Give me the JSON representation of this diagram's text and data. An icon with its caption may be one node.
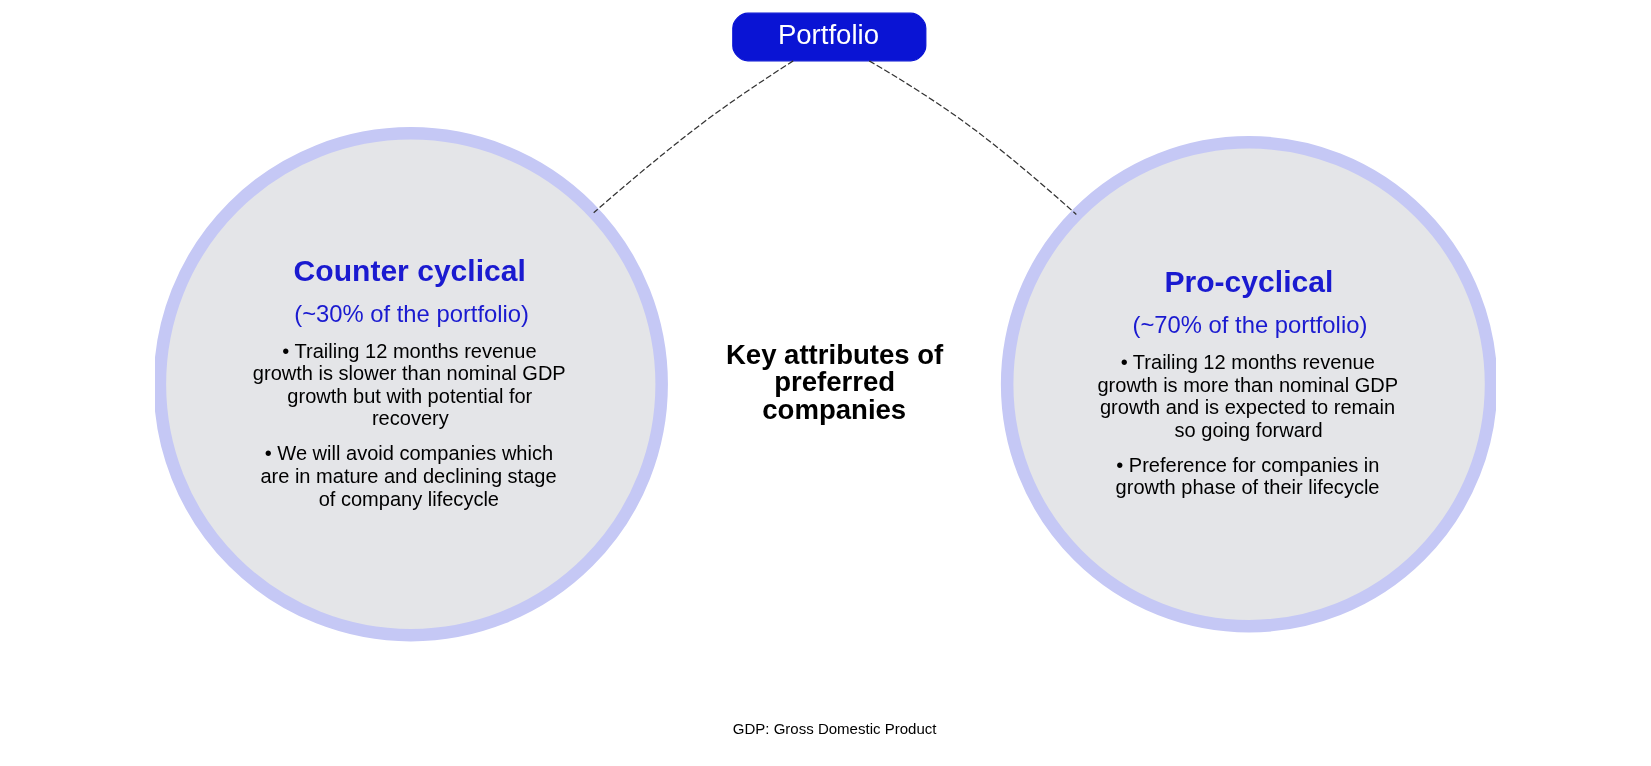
{
  "diagram": {
    "nodes": [
      {
        "text": [
          "Portfolio"
        ]
      },
      {
        "text": [
          "Pro-cyclical",
          "(~70% of the portfolio)",
          "• Trailing 12 months revenue growth is more than nominal GDP growth and is expected to remain so going forward",
          "• Preference for companies in growth phase of their lifecycle"
        ]
      },
      {
        "text": [
          "Counter cyclical",
          "(~30% of the portfolio)",
          "• Trailing 12 months revenue growth is slower than nominal GDP growth but with potential for recovery",
          "• We will avoid companies which are in mature and declining stage of company lifecycle"
        ]
      }
    ],
    "edges": [
      {
        "from": 0,
        "to": 1,
        "arrow": "none",
        "style": "dashed"
      },
      {
        "from": 0,
        "to": 2,
        "arrow": "none",
        "style": "dashed"
      }
    ],
    "labels": [
      "Key attributes of preferred companies",
      "GDP: Gross Domestic Product"
    ]
  }
}
